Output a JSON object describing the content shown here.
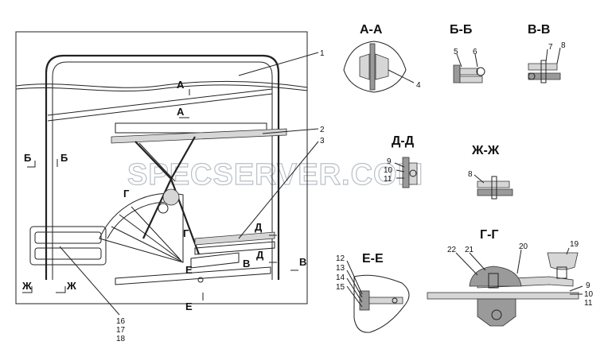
{
  "watermark": "SPECSERVER.COM",
  "section_titles": {
    "aa": "А-А",
    "bb": "Б-Б",
    "vv": "В-В",
    "dd": "Д-Д",
    "zhzh": "Ж-Ж",
    "ee": "Е-Е",
    "gg": "Г-Г"
  },
  "view_markers": {
    "a_upper": "А",
    "a_lower": "А",
    "b_left": "Б",
    "b_right": "Б",
    "g": "Г",
    "g_lower": "Г",
    "d_upper": "Д",
    "d_lower": "Д",
    "v_left": "В",
    "v_right": "В",
    "e": "Е",
    "e_lower": "Е",
    "zh_left": "Ж",
    "zh_right": "Ж"
  },
  "callouts": {
    "main_1": "1",
    "main_2": "2",
    "main_3": "3",
    "main_16": "16",
    "main_17": "17",
    "main_18": "18",
    "aa_4": "4",
    "bb_5": "5",
    "bb_6": "6",
    "vv_7": "7",
    "vv_8": "8",
    "dd_9": "9",
    "dd_10": "10",
    "dd_11": "11",
    "zhzh_8": "8",
    "ee_12": "12",
    "ee_13": "13",
    "ee_14": "14",
    "ee_15": "15",
    "gg_19": "19",
    "gg_20": "20",
    "gg_21": "21",
    "gg_22": "22",
    "gg_9": "9",
    "gg_10": "10",
    "gg_11": "11"
  }
}
